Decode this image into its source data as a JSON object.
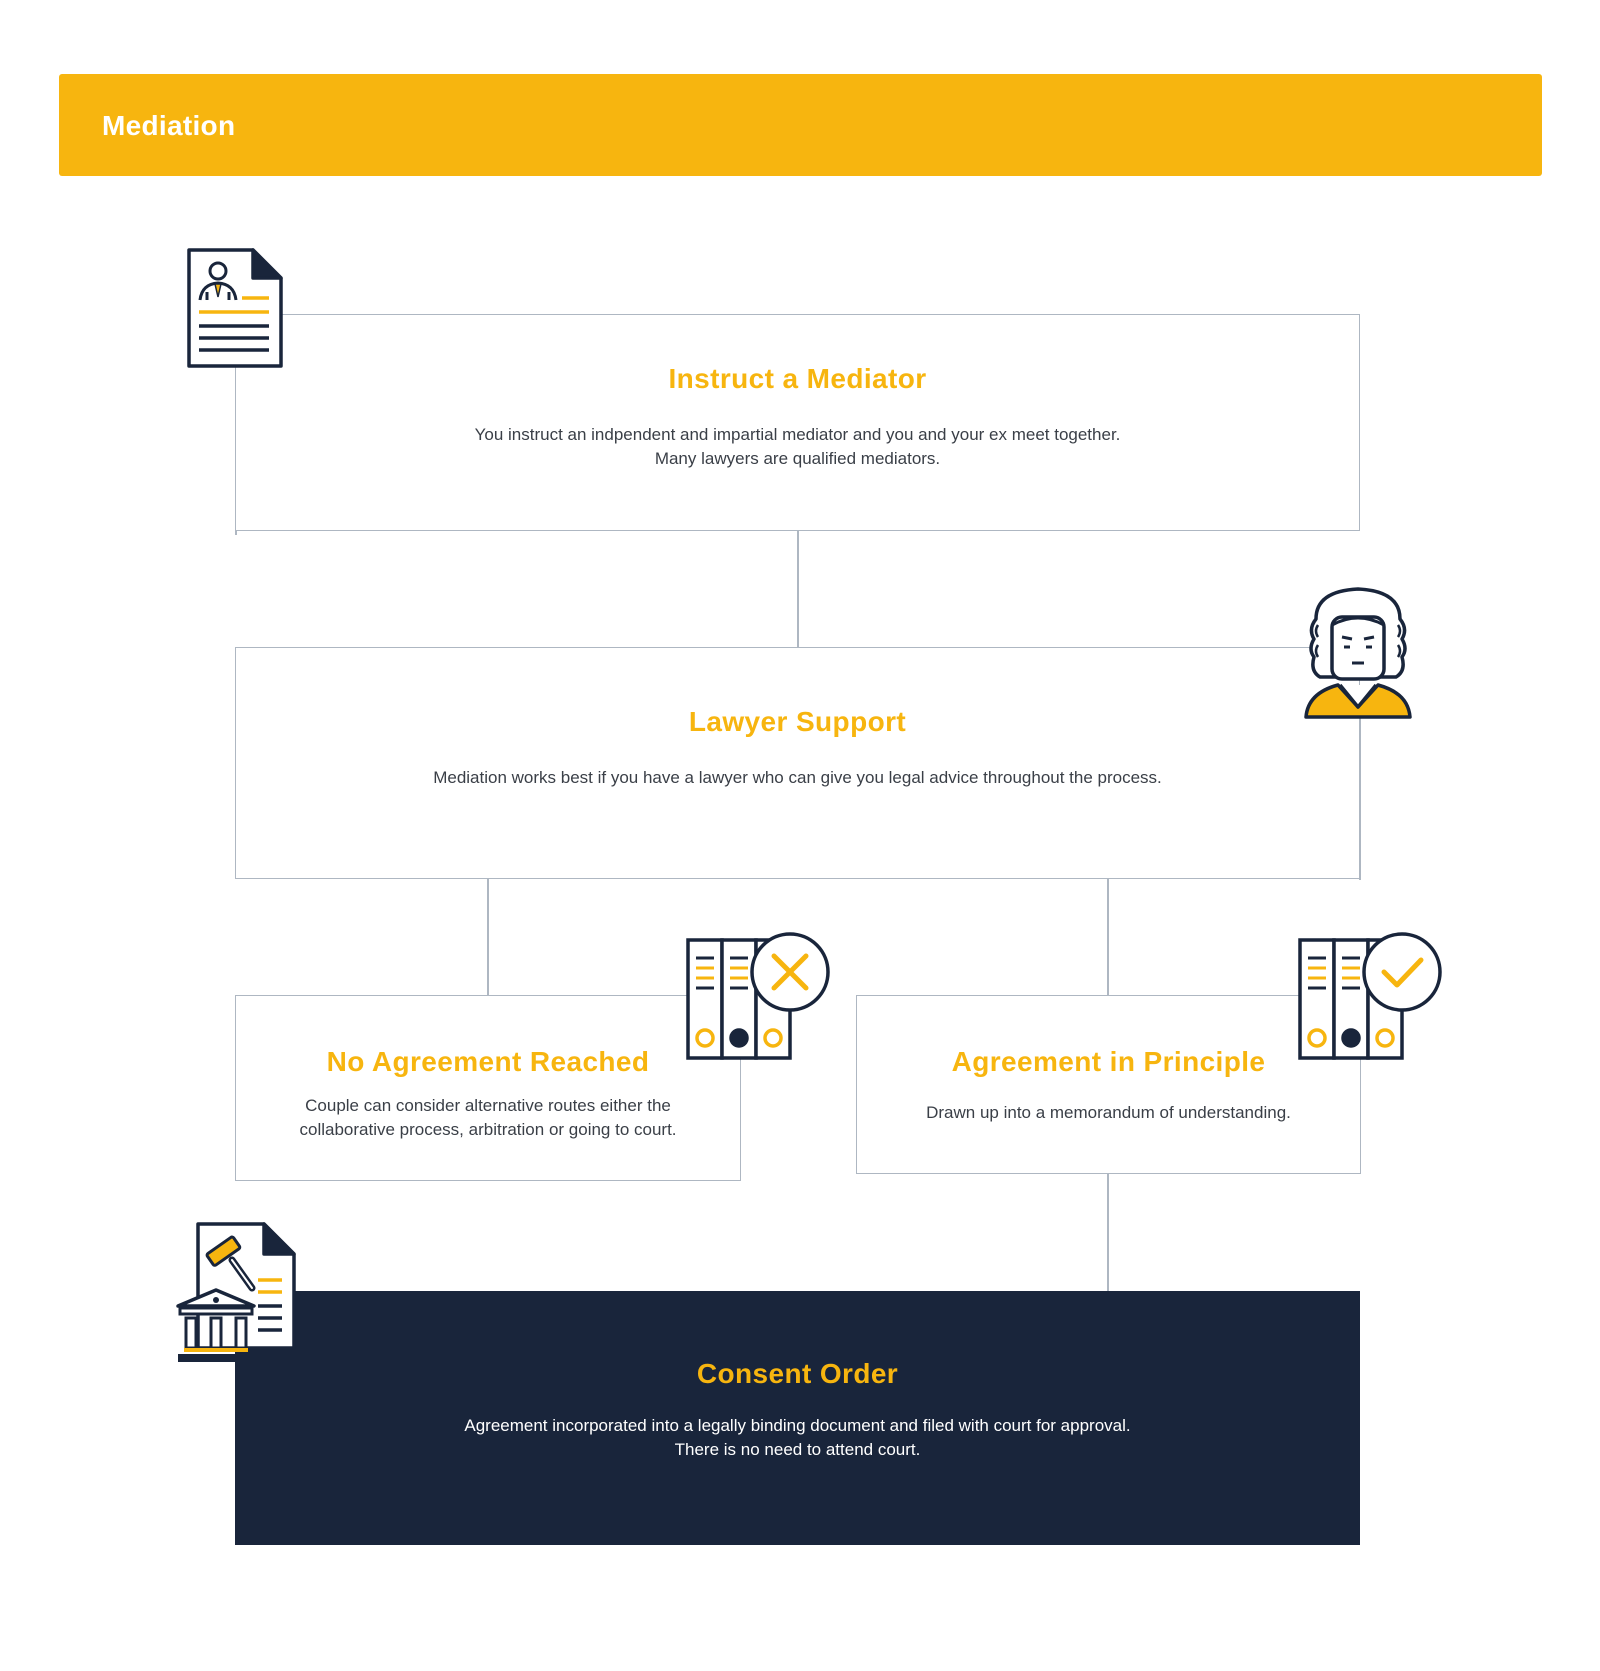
{
  "header": {
    "title": "Mediation"
  },
  "steps": {
    "instruct": {
      "title": "Instruct a Mediator",
      "line1": "You instruct an indpendent and impartial mediator and you and your ex meet together.",
      "line2": "Many lawyers are qualified mediators."
    },
    "lawyer": {
      "title": "Lawyer Support",
      "line1": "Mediation works best if you have a lawyer who can give you legal advice throughout the process."
    },
    "no_agreement": {
      "title": "No Agreement Reached",
      "line1": "Couple can consider alternative routes either the",
      "line2": "collaborative process, arbitration or going to court."
    },
    "agreement": {
      "title": "Agreement in Principle",
      "line1": "Drawn up into a memorandum of understanding."
    },
    "consent": {
      "title": "Consent Order",
      "line1": "Agreement incorporated into a legally binding document and filed with court for approval.",
      "line2": "There is no need to attend court."
    }
  },
  "colors": {
    "accent": "#F7B50F",
    "navy": "#19253B",
    "connector": "#AEB7C2"
  },
  "icons": {
    "instruct": "document-person-icon",
    "lawyer": "judge-icon",
    "no_agreement": "binders-cross-icon",
    "agreement": "binders-check-icon",
    "consent": "court-document-icon"
  }
}
